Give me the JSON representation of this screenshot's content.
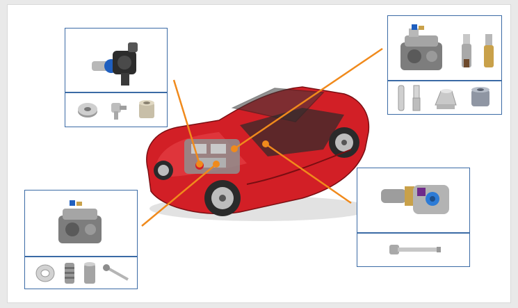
{
  "colors": {
    "frame_border": "#3a6aa5",
    "callout_line": "#f08a1c",
    "car_body": "#d21f26",
    "background": "#e9e9e9"
  },
  "callout_boxes": [
    {
      "name": "fuel-pump-box",
      "main_icon": "high-pressure-fuel-pump",
      "parts_icons": [
        "valve-disc",
        "bolt-fitting",
        "sleeve-bushing"
      ]
    },
    {
      "name": "engine-top-right-box",
      "main_icon": "engine-assembly",
      "parts_icons": [
        "hollow-pin",
        "stepped-pin",
        "flanged-housing",
        "cap-bushing"
      ]
    },
    {
      "name": "engine-bottom-left-box",
      "main_icon": "engine-assembly",
      "parts_icons": [
        "washer-ring",
        "threaded-plug",
        "bushing-sleeve",
        "valve-stem"
      ]
    },
    {
      "name": "actuator-box",
      "main_icon": "electric-actuator",
      "parts_icons": [
        "shaft-pin"
      ]
    }
  ]
}
